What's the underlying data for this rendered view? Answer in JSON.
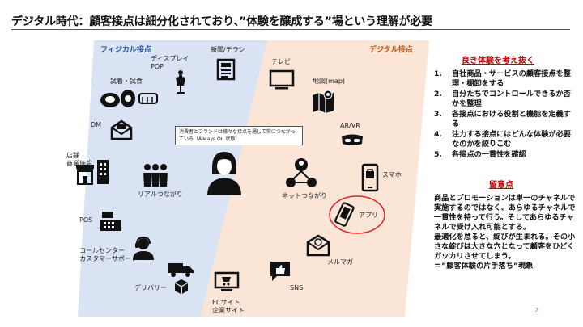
{
  "title": "デジタル時代：顧客接点は細分化されており、”体験を醸成する”場という理解が必要",
  "zones": {
    "physical": "フィジカル接点",
    "digital": "デジタル接点",
    "physical_color": "#dae3f3",
    "digital_color": "#fbe5d6"
  },
  "touchpoints": {
    "display_pop": "ディスプレイ\nPOP",
    "newspaper": "新聞/チラシ",
    "tv": "テレビ",
    "sampling": "試着・試食",
    "map": "地図(map)",
    "dm": "DM",
    "arvr": "AR/VR",
    "store": "店舗\n商業施設",
    "smartphone": "スマホ",
    "real": "リアルつながり",
    "net": "ネットつながり",
    "app": "アプリ",
    "pos": "POS",
    "call_center": "コールセンター\nカスタマーサポート",
    "mail_magazine": "メルマガ",
    "delivery": "デリバリー",
    "ec": "ECサイト\n企業サイト",
    "sns": "SNS"
  },
  "callout": "消費者とブランドは様々な接点を通して常につながっている（Always On 状態）",
  "right_panel": {
    "heading1": "良き体験を考え抜く",
    "steps": [
      {
        "num": "1.",
        "text": "自社商品・サービスの顧客接点を整理・棚卸をする"
      },
      {
        "num": "2.",
        "text": "自分たちでコントロールできるか否かを整理"
      },
      {
        "num": "3.",
        "text": "各接点における役割と機能を定義する"
      },
      {
        "num": "4.",
        "text": "注力する接点にはどんな体験が必要なのかを絞りこむ"
      },
      {
        "num": "5.",
        "text": "各接点の一貫性を確認"
      }
    ],
    "heading2": "留意点",
    "note_lines": [
      "商品とプロモーションは単一のチャネルで実施するのではなく、あらゆるチャネルで一貫性を持って行う。そしてあらゆるチャネルで受け入れ可能とする。",
      "最適化を怠ると、綻びが生まれる。その小さな綻びは大きな穴となって顧客をひどくガッカリさせてしまう。",
      "＝”顧客体験の片手落ち”現象"
    ]
  },
  "page_number": "2",
  "colors": {
    "accent_red": "#c00000",
    "icon": "#111111",
    "circle": "#e02020"
  }
}
